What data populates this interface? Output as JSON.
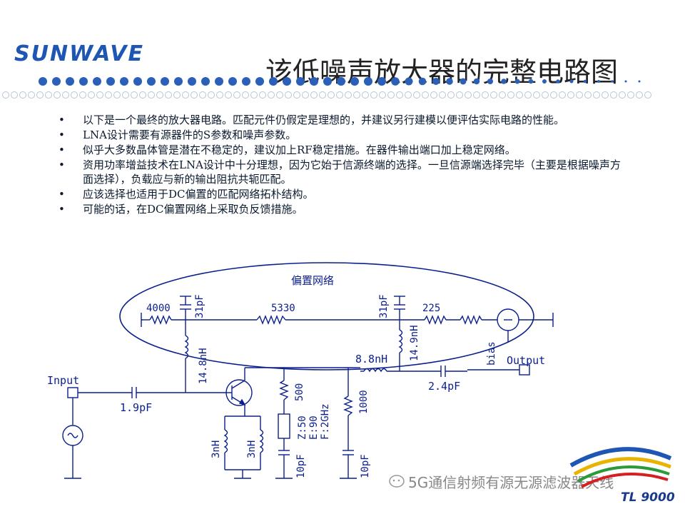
{
  "brand": "SUNWAVE",
  "title": "该低噪声放大器的完整电路图",
  "bullets": [
    "以下是一个最终的放大器电路。匹配元件仍假定是理想的，并建议另行建模以便评估实际电路的性能。",
    "LNA设计需要有源器件的S参数和噪声参数。",
    "似乎大多数晶体管是潜在不稳定的，建议加上RF稳定措施。在器件输出端口加上稳定网络。",
    "资用功率增益技术在LNA设计中十分理想，因为它始于信源终端的选择。一旦信源端选择完毕（主要是根据噪声方面选择），负载应与新的输出阻抗共轭匹配。",
    "应该选择也适用于DC偏置的匹配网络拓朴结构。",
    "可能的话，在DC偏置网络上采取负反馈措施。"
  ],
  "bullet_symbol": "•",
  "circuit": {
    "bias_label": "偏置网络",
    "r_4000": "4000",
    "c_31pf_left": "31pF",
    "r_5330": "5330",
    "c_31pf_right": "31pF",
    "r_225": "225",
    "l_14_8nh": "14.8nH",
    "l_14_9nh": "14.9nH",
    "bias_src": "bias",
    "l_8_8nh": "8.8nH",
    "output_label": "Output",
    "c_2_4pf": "2.4pF",
    "input_label": "Input",
    "c_1_9pf": "1.9pF",
    "r_500": "500",
    "z_spec": "Z:50",
    "e_spec": "E:90",
    "f_spec": "F:2GHz",
    "r_1000": "1000",
    "l_3nh_a": "3nH",
    "l_3nh_b": "3nH",
    "c_10pf_a": "10pF",
    "c_10pf_b": "10pF"
  },
  "watermark": "5G通信射频有源无源滤波器天线",
  "tl_logo": "TL 9000",
  "colors": {
    "brand": "#1e56b4",
    "circuit": "#0b1f8c",
    "dots": "#2b5fb8"
  }
}
